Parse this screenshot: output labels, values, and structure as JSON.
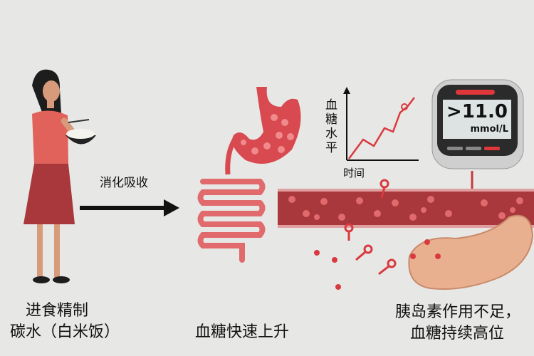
{
  "labels": {
    "eat_line1": "进食精制",
    "eat_line2": "碳水（白米饭）",
    "digest": "消化吸收",
    "spike": "血糖快速上升",
    "insulin_line1": "胰岛素作用不足，",
    "insulin_line2": "血糖持续高位"
  },
  "mini_chart": {
    "ylabel": [
      "血",
      "糖",
      "水",
      "平"
    ],
    "xlabel": "时间"
  },
  "meter": {
    "reading": ">11.0",
    "unit": "mmol/L"
  },
  "colors": {
    "background": "#e7e7e5",
    "blood": "#c9373d",
    "organ": "#e06a6c",
    "pancreas": "#e9b090"
  }
}
